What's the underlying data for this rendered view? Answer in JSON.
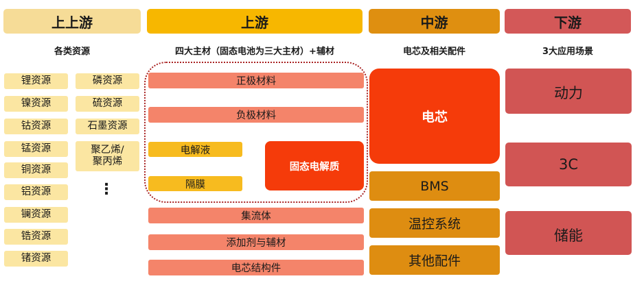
{
  "headers": {
    "col1": "上上游",
    "col2": "上游",
    "col3": "中游",
    "col4": "下游"
  },
  "subheaders": {
    "col1": "各类资源",
    "col2": "四大主材（固态电池为三大主材）+辅材",
    "col3": "电芯及相关配件",
    "col4": "3大应用场景"
  },
  "resources_left": [
    "锂资源",
    "镍资源",
    "钴资源",
    "锰资源",
    "铜资源",
    "铝资源",
    "镧资源",
    "锆资源",
    "锗资源"
  ],
  "resources_right": [
    "磷资源",
    "硫资源",
    "石墨资源",
    "聚乙烯/\n聚丙烯"
  ],
  "resources_more": "⋮",
  "upstream": {
    "cathode": "正极材料",
    "anode": "负极材料",
    "electrolyte": "电解液",
    "separator": "隔膜",
    "solid_electrolyte": "固态电解质",
    "current_collector": "集流体",
    "additives": "添加剂与辅材",
    "cell_structure": "电芯结构件"
  },
  "midstream": {
    "cell": "电芯",
    "bms": "BMS",
    "thermal": "温控系统",
    "other": "其他配件"
  },
  "downstream": {
    "power": "动力",
    "c3": "3C",
    "storage": "储能"
  },
  "colors": {
    "header1": "#f6dc97",
    "header2": "#f7b700",
    "header3": "#df8f10",
    "header4": "#d35858",
    "cell_red": "#f53b0a"
  }
}
